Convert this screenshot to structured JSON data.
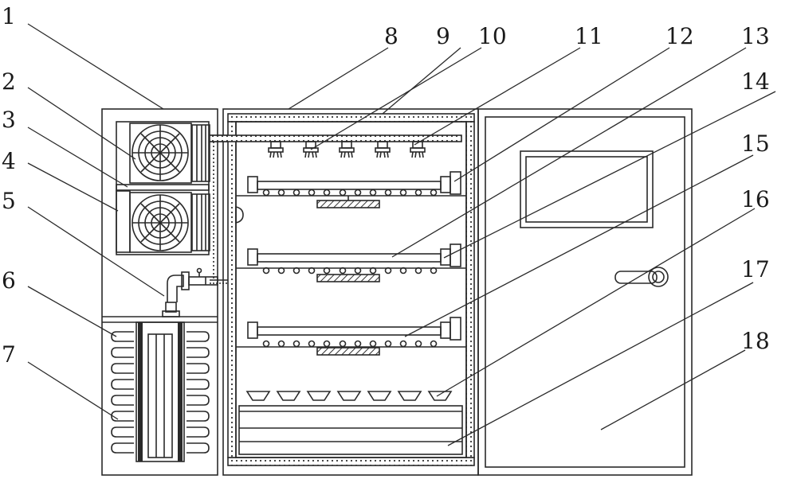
{
  "diagram": {
    "callouts": [
      {
        "id": "c1",
        "text": "1"
      },
      {
        "id": "c2",
        "text": "2"
      },
      {
        "id": "c3",
        "text": "3"
      },
      {
        "id": "c4",
        "text": "4"
      },
      {
        "id": "c5",
        "text": "5"
      },
      {
        "id": "c6",
        "text": "6"
      },
      {
        "id": "c7",
        "text": "7"
      },
      {
        "id": "c8",
        "text": "8"
      },
      {
        "id": "c9",
        "text": "9"
      },
      {
        "id": "c10",
        "text": "10"
      },
      {
        "id": "c11",
        "text": "11"
      },
      {
        "id": "c12",
        "text": "12"
      },
      {
        "id": "c13",
        "text": "13"
      },
      {
        "id": "c14",
        "text": "14"
      },
      {
        "id": "c15",
        "text": "15"
      },
      {
        "id": "c16",
        "text": "16"
      },
      {
        "id": "c17",
        "text": "17"
      },
      {
        "id": "c18",
        "text": "18"
      }
    ],
    "colors": {
      "stroke": "#2a2a2a",
      "background": "#ffffff",
      "hatch": "#333333"
    }
  }
}
